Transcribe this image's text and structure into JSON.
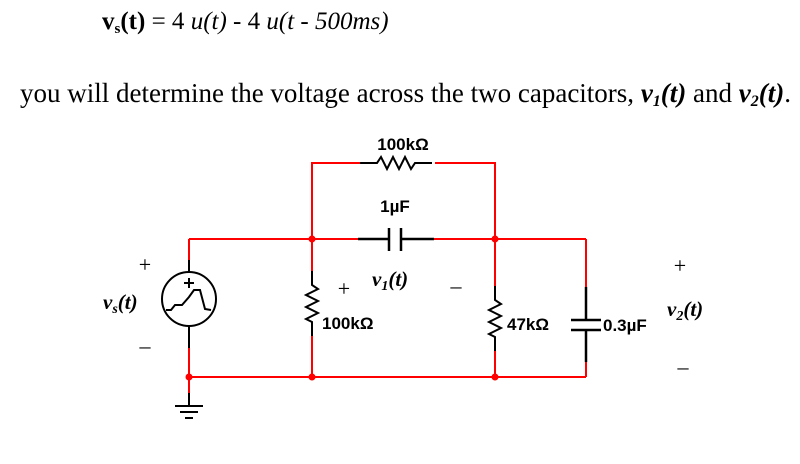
{
  "equation": {
    "lhs_var": "v",
    "lhs_sub": "s",
    "lhs_arg": "(t)",
    "rhs_part1": " = 4 ",
    "rhs_u1": "u(t)",
    "rhs_part2": " - 4 ",
    "rhs_u2": "u(t - 500ms)"
  },
  "sentence": {
    "text": "you will determine the voltage across the two capacitors, ",
    "v1_var": "v",
    "v1_sub": "1",
    "v1_arg": "(t)",
    "and": " and ",
    "v2_var": "v",
    "v2_sub": "2",
    "v2_arg": "(t)",
    "end": "."
  },
  "circuit": {
    "source": {
      "label_var": "v",
      "label_sub": "s",
      "label_arg": "(t)",
      "plus": "+",
      "minus": "–",
      "internal_plus": "+"
    },
    "r_top": {
      "label": "100kΩ"
    },
    "c1": {
      "label": "1µF"
    },
    "r_left": {
      "label": "100kΩ"
    },
    "r_right": {
      "label": "47kΩ"
    },
    "c2": {
      "label": "0.3µF"
    },
    "v1": {
      "label_var": "v",
      "label_sub": "1",
      "label_arg": "(t)",
      "plus": "+",
      "minus": "–"
    },
    "v2": {
      "label_var": "v",
      "label_sub": "2",
      "label_arg": "(t)",
      "plus": "+",
      "minus": "–"
    },
    "colors": {
      "wire": "#ff0000",
      "component": "#000000",
      "junction": "#ff0000"
    }
  }
}
